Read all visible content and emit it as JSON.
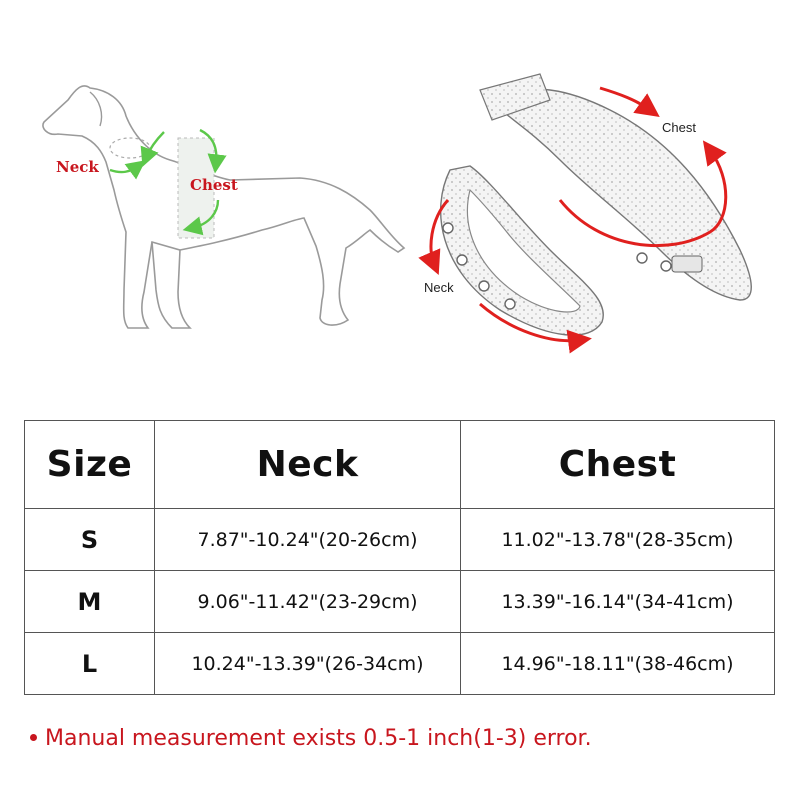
{
  "colors": {
    "label_red": "#c8161e",
    "arrow_green": "#5cc84a",
    "arrow_red": "#e0201e"
  },
  "dog_figure": {
    "neck_label": "Neck",
    "chest_label": "Chest"
  },
  "harness_figure": {
    "chest_label": "Chest",
    "neck_label": "Neck"
  },
  "table": {
    "headers": [
      "Size",
      "Neck",
      "Chest"
    ],
    "rows": [
      [
        "S",
        "7.87\"-10.24\"(20-26cm)",
        "11.02\"-13.78\"(28-35cm)"
      ],
      [
        "M",
        "9.06\"-11.42\"(23-29cm)",
        "13.39\"-16.14\"(34-41cm)"
      ],
      [
        "L",
        "10.24\"-13.39\"(26-34cm)",
        "14.96\"-18.11\"(38-46cm)"
      ]
    ]
  },
  "footnote": "Manual measurement exists 0.5-1 inch(1-3) error."
}
